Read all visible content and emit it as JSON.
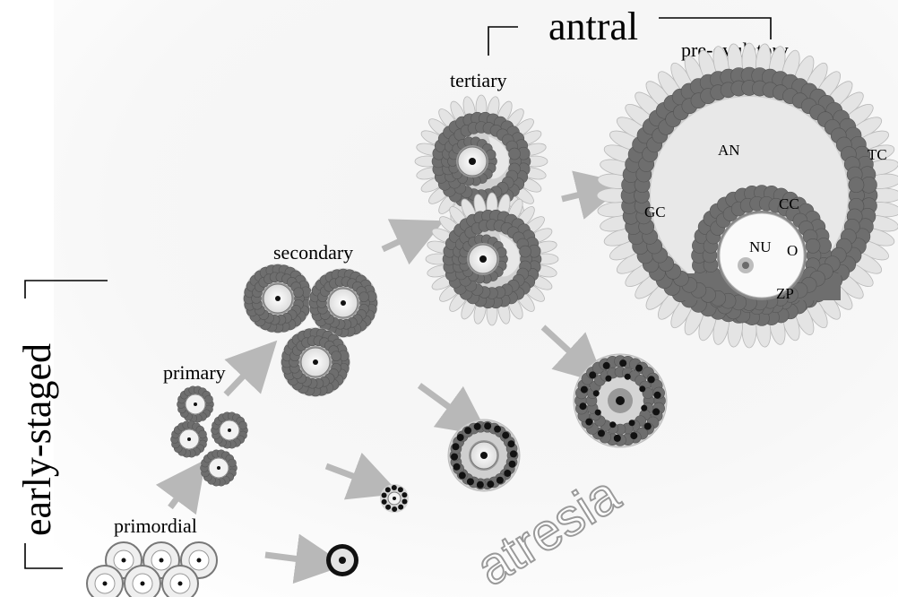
{
  "labels": {
    "antral": "antral",
    "early_staged": "early-staged",
    "pre_ovulatory": "pre-ovulatory",
    "tertiary": "tertiary",
    "secondary": "secondary",
    "primary": "primary",
    "primordial": "primordial",
    "atresia": "atresia"
  },
  "parts": {
    "tc": "TC",
    "an": "AN",
    "gc": "GC",
    "cc": "CC",
    "nu": "NU",
    "o": "O",
    "zp": "ZP"
  },
  "colors": {
    "granulosa": "#6e6e6e",
    "theca": "#e4e4e4",
    "antrum": "#e8e8e8",
    "oocyte": "#f6f6f6",
    "arrow": "#b8b8b8",
    "apoptotic": "#111111"
  }
}
